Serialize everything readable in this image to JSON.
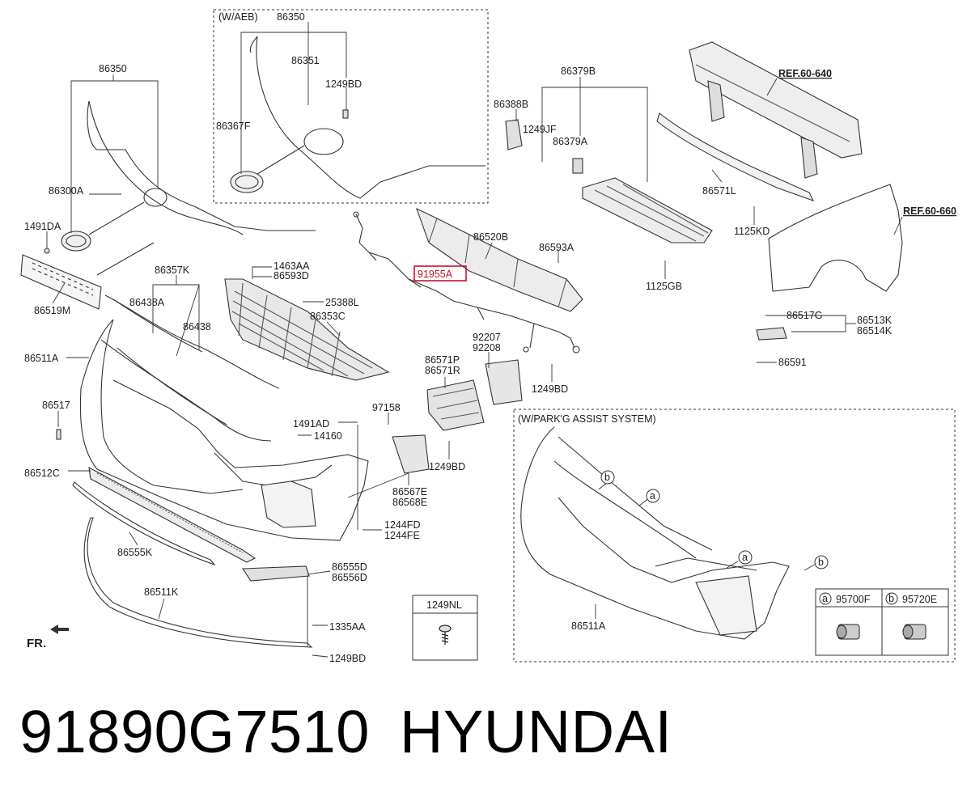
{
  "colors": {
    "line": "#333333",
    "highlight": "#c8102e",
    "background": "#ffffff"
  },
  "caption": {
    "part_number": "91890G7510",
    "brand": "HYUNDAI"
  },
  "insets": {
    "aeb": "(W/AEB)",
    "parking": "(W/PARK'G ASSIST SYSTEM)",
    "bolt_box": "1249NL"
  },
  "refs": {
    "r60640": "REF.60-640",
    "r60660": "REF.60-660"
  },
  "direction_label": "FR.",
  "labels": {
    "l86350_aeb": "86350",
    "l86351": "86351",
    "l1249BD_top": "1249BD",
    "l86367F": "86367F",
    "l86350": "86350",
    "l86300A": "86300A",
    "l1491DA": "1491DA",
    "l86519M": "86519M",
    "l86357K": "86357K",
    "l86438A": "86438A",
    "l86438": "86438",
    "l1463AA": "1463AA",
    "l86593D": "86593D",
    "l25388L": "25388L",
    "l86353C": "86353C",
    "l86511A": "86511A",
    "l86517": "86517",
    "l86512C": "86512C",
    "l86555K": "86555K",
    "l86511K": "86511K",
    "l86555D": "86555D",
    "l86556D": "86556D",
    "l1335AA": "1335AA",
    "l1249BD_bot": "1249BD",
    "l1491AD": "1491AD",
    "l14160": "14160",
    "l97158": "97158",
    "l86567E": "86567E",
    "l86568E": "86568E",
    "l1249BD_mid": "1249BD",
    "l1244FD": "1244FD",
    "l1244FE": "1244FE",
    "l86571P": "86571P",
    "l86571R": "86571R",
    "l92207": "92207",
    "l92208": "92208",
    "l1249BD_r": "1249BD",
    "l86379B": "86379B",
    "l86388B": "86388B",
    "l1249JF": "1249JF",
    "l86379A": "86379A",
    "l86520B": "86520B",
    "l86593A": "86593A",
    "l91955A": "91955A",
    "l1125GB": "1125GB",
    "l86571L": "86571L",
    "l1125KD": "1125KD",
    "l86517G": "86517G",
    "l86513K": "86513K",
    "l86514K": "86514K",
    "l86591": "86591",
    "l86511A_p": "86511A",
    "sym_a1": "a",
    "sym_a2": "a",
    "sym_b1": "b",
    "sym_b2": "b",
    "leg_a": "a",
    "leg_b": "b",
    "l95700F": "95700F",
    "l95720E": "95720E"
  }
}
